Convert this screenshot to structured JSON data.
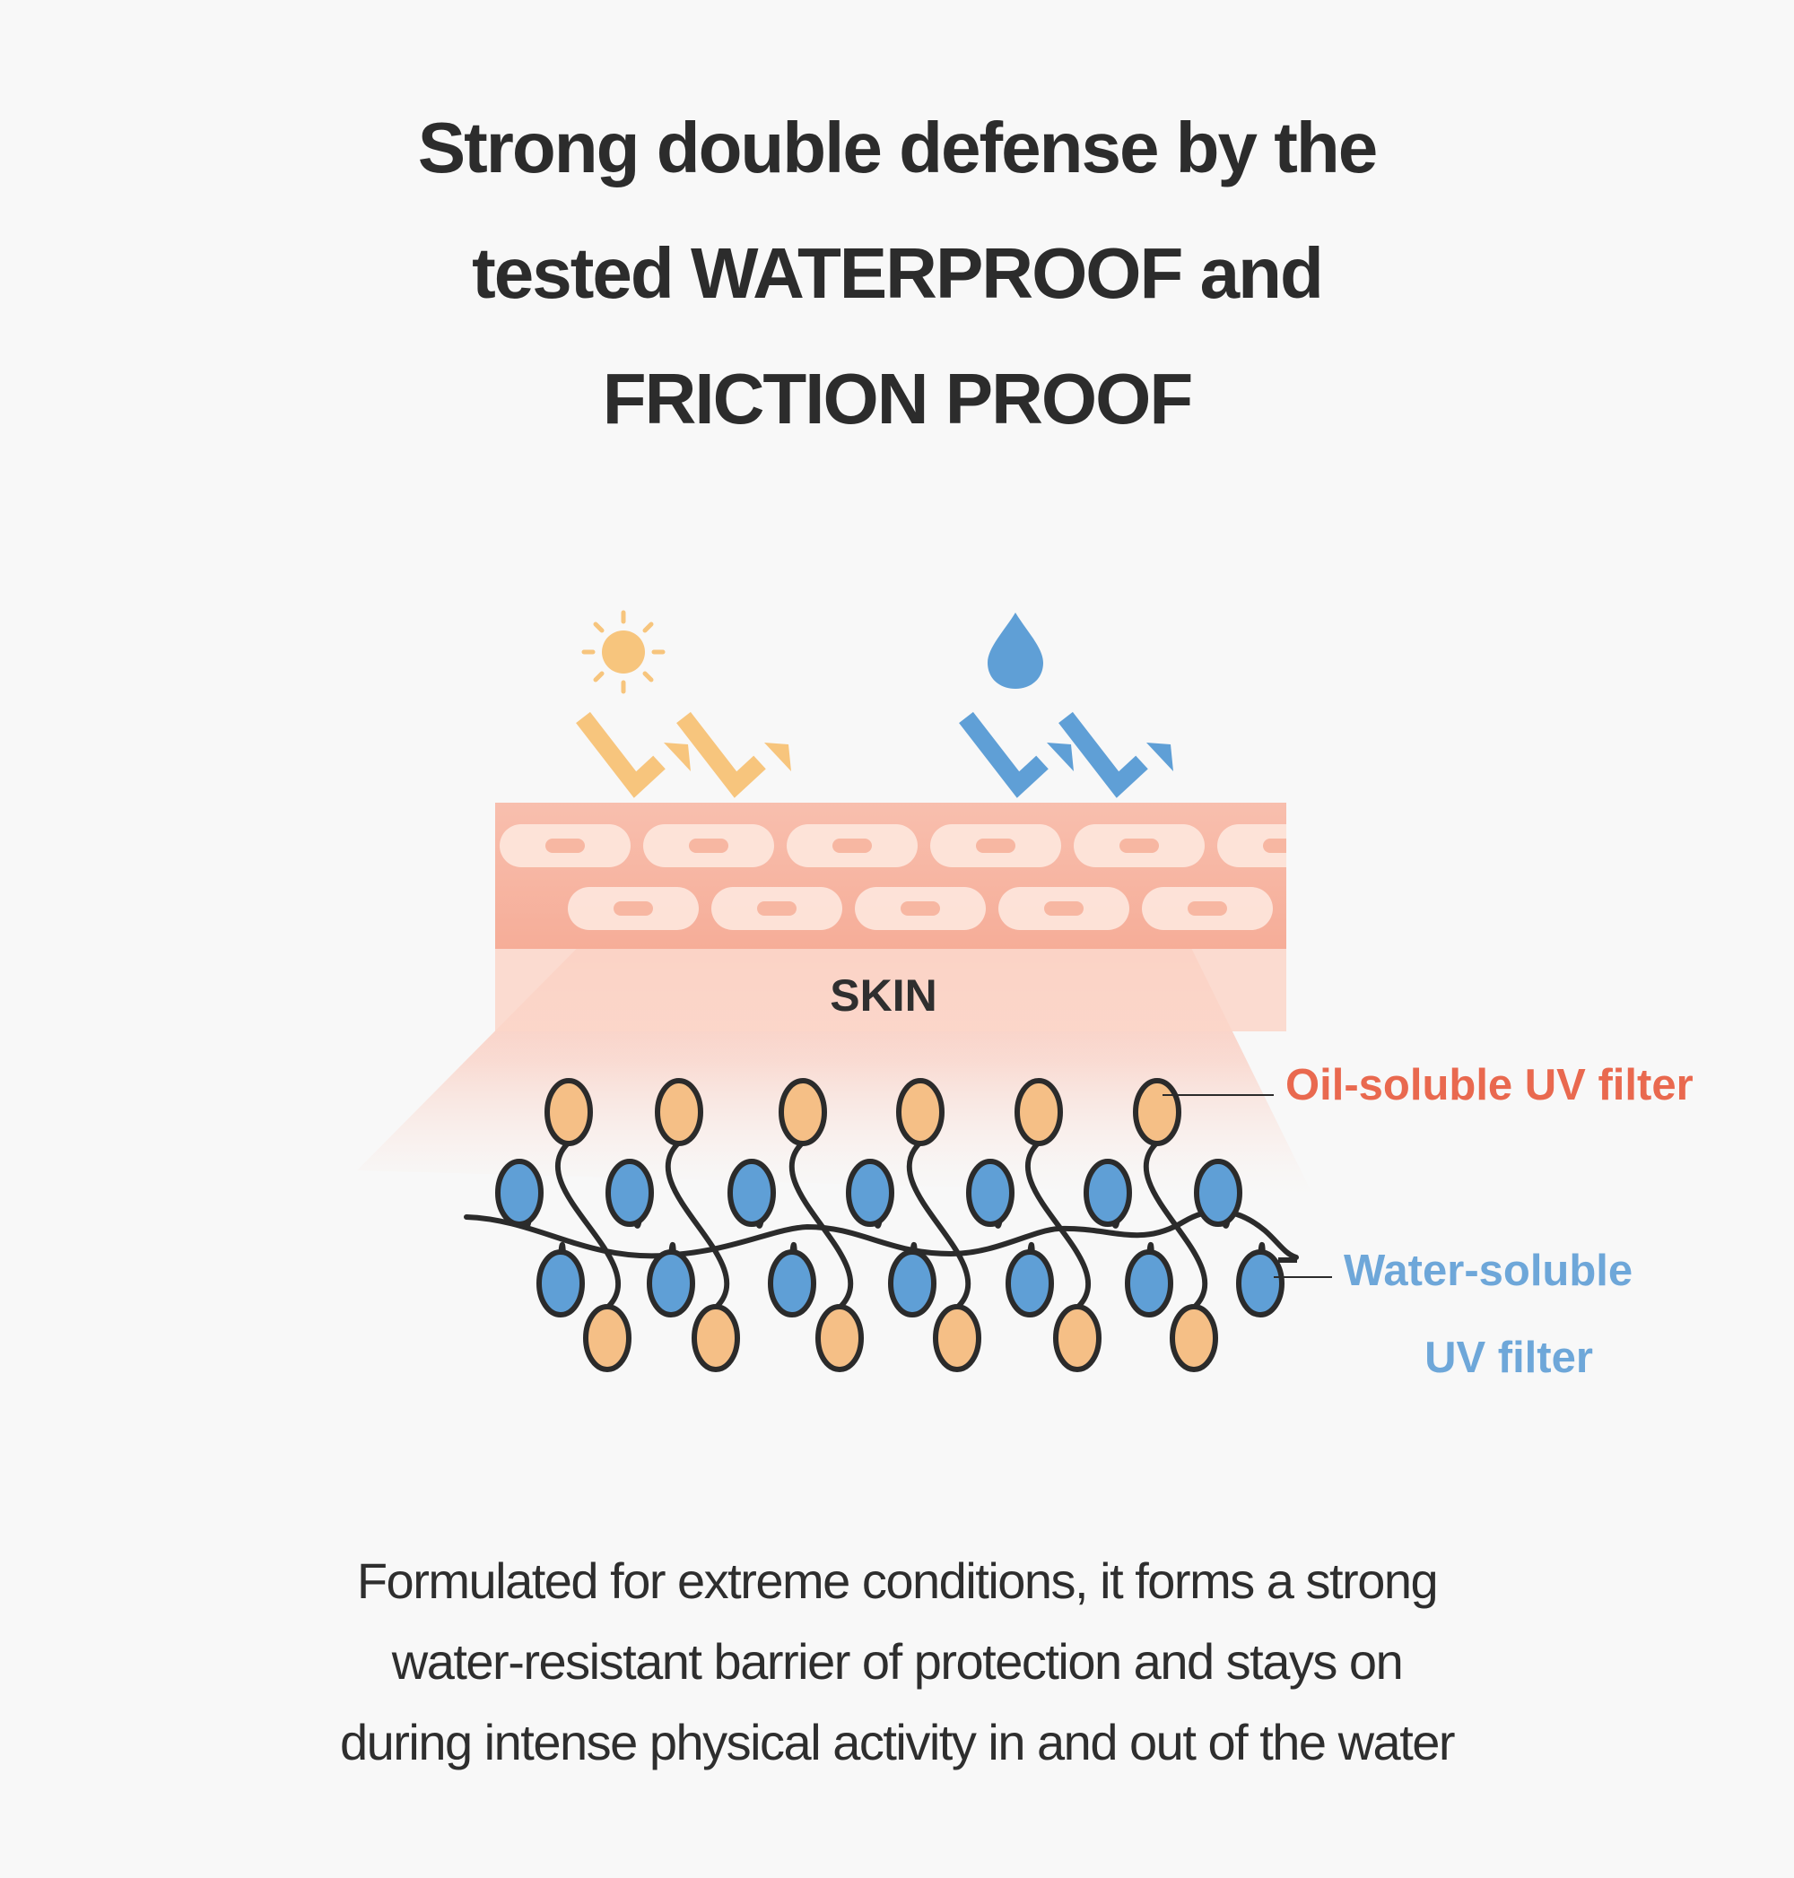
{
  "headline": {
    "line1": "Strong double defense by the",
    "line2": "tested WATERPROOF and",
    "line3": "FRICTION PROOF"
  },
  "diagram": {
    "skin_label": "SKIN",
    "oil_label": "Oil-soluble UV filter",
    "water_label_line1": "Water-soluble",
    "water_label_line2": "UV filter",
    "icons": [
      "sun-icon",
      "water-drop-icon",
      "deflect-arrow-icon"
    ],
    "colors": {
      "oil_filter": "#f5bf86",
      "water_filter": "#5f9fd6",
      "sun": "#f7c57d",
      "drop": "#5f9fd6",
      "skin": "#f7b9a6",
      "oil_label": "#e9694f",
      "water_label": "#6ea7d9",
      "outline": "#2b2b2b"
    }
  },
  "footer": {
    "line1": "Formulated for extreme conditions, it forms a strong",
    "line2": "water-resistant barrier of protection and stays on",
    "line3": "during intense physical activity in and out of the water"
  }
}
